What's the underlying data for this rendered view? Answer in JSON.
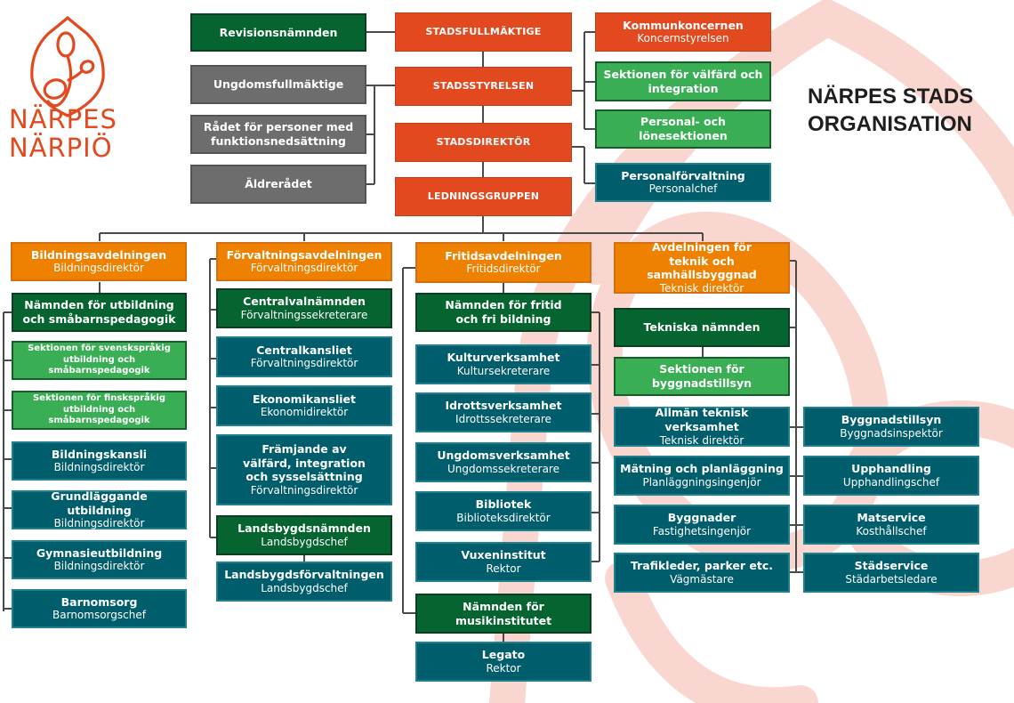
{
  "header": {
    "title_line1": "NÄRPES STADS",
    "title_line2": "ORGANISATION",
    "logo_line1": "NÄRPES",
    "logo_line2": "NÄRPIÖ"
  },
  "colors": {
    "council_red": "#e2491f",
    "board_dark_green": "#05642f",
    "section_light_green": "#3aae55",
    "advisory_grey": "#6d6d6d",
    "unit_teal": "#005d6c",
    "department_orange": "#ee8100",
    "connector": "#4a4a4a",
    "watermark": "#f9d6d0"
  },
  "top": {
    "revision": {
      "title": "Revisionsnämnden"
    },
    "youth": {
      "title": "Ungdomsfullmäktige"
    },
    "disability": {
      "title": "Rådet för personer med funktionsnedsättning"
    },
    "elderly": {
      "title": "Äldrerådet"
    },
    "council": {
      "title": "STADSFULLMÄKTIGE"
    },
    "board": {
      "title": "STADSSTYRELSEN"
    },
    "director": {
      "title": "STADSDIREKTÖR"
    },
    "management": {
      "title": "LEDNINGSGRUPPEN"
    },
    "group": {
      "title": "Kommunkoncernen",
      "sub": "Koncernstyrelsen"
    },
    "welfare": {
      "title": "Sektionen för välfärd och integration"
    },
    "personnel_section": {
      "title": "Personal- och lönesektionen"
    },
    "hr": {
      "title": "Personalförvaltning",
      "sub": "Personalchef"
    }
  },
  "departments": [
    {
      "title": "Bildningsavdelningen",
      "sub": "Bildningsdirektör",
      "items": [
        {
          "title": "Nämnden för utbildning och småbarnspedagogik",
          "type": "board"
        },
        {
          "title": "Sektionen för svenskspråkig utbildning och småbarnspedagogik",
          "type": "section"
        },
        {
          "title": "Sektionen för finskspråkig utbildning och småbarnspedagogik",
          "type": "section"
        },
        {
          "title": "Bildningskansli",
          "sub": "Bildningsdirektör",
          "type": "unit"
        },
        {
          "title": "Grundläggande utbildning",
          "sub": "Bildningsdirektör",
          "type": "unit"
        },
        {
          "title": "Gymnasieutbildning",
          "sub": "Bildningsdirektör",
          "type": "unit"
        },
        {
          "title": "Barnomsorg",
          "sub": "Barnomsorgschef",
          "type": "unit"
        }
      ]
    },
    {
      "title": "Förvaltningsavdelningen",
      "sub": "Förvaltningsdirektör",
      "items": [
        {
          "title": "Centralvalnämnden",
          "sub": "Förvaltningssekreterare",
          "type": "board"
        },
        {
          "title": "Centralkansliet",
          "sub": "Förvaltningsdirektör",
          "type": "unit"
        },
        {
          "title": "Ekonomikansliet",
          "sub": "Ekonomidirektör",
          "type": "unit"
        },
        {
          "title": "Främjande av välfärd, integration och sysselsättning",
          "sub": "Förvaltningsdirektör",
          "type": "unit"
        },
        {
          "title": "Landsbygdsnämnden",
          "sub": "Landsbygdschef",
          "type": "board"
        },
        {
          "title": "Landsbygdsförvaltningen",
          "sub": "Landsbygdschef",
          "type": "unit"
        }
      ]
    },
    {
      "title": "Fritidsavdelningen",
      "sub": "Fritidsdirektör",
      "items": [
        {
          "title": "Nämnden för fritid och fri bildning",
          "type": "board"
        },
        {
          "title": "Kulturverksamhet",
          "sub": "Kultursekreterare",
          "type": "unit"
        },
        {
          "title": "Idrottsverksamhet",
          "sub": "Idrottssekreterare",
          "type": "unit"
        },
        {
          "title": "Ungdomsverksamhet",
          "sub": "Ungdomssekreterare",
          "type": "unit"
        },
        {
          "title": "Bibliotek",
          "sub": "Biblioteksdirektör",
          "type": "unit"
        },
        {
          "title": "Vuxeninstitut",
          "sub": "Rektor",
          "type": "unit"
        },
        {
          "title": "Nämnden för musikinstitutet",
          "type": "board"
        },
        {
          "title": "Legato",
          "sub": "Rektor",
          "type": "unit"
        }
      ]
    },
    {
      "title": "Avdelningen för teknik och samhällsbyggnad",
      "sub": "Teknisk direktör",
      "items": [
        {
          "title": "Tekniska nämnden",
          "type": "board"
        },
        {
          "title": "Sektionen för byggnadstillsyn",
          "type": "section"
        },
        {
          "title": "Allmän teknisk verksamhet",
          "sub": "Teknisk direktör",
          "type": "unit"
        },
        {
          "title": "Mätning och planläggning",
          "sub": "Planläggningsingenjör",
          "type": "unit"
        },
        {
          "title": "Byggnader",
          "sub": "Fastighetsingenjör",
          "type": "unit"
        },
        {
          "title": "Trafikleder, parker etc.",
          "sub": "Vägmästare",
          "type": "unit"
        },
        {
          "title": "Byggnadstillsyn",
          "sub": "Byggnadsinspektör",
          "type": "unit"
        },
        {
          "title": "Upphandling",
          "sub": "Upphandlingschef",
          "type": "unit"
        },
        {
          "title": "Matservice",
          "sub": "Kosthållschef",
          "type": "unit"
        },
        {
          "title": "Städservice",
          "sub": "Städarbetsledare",
          "type": "unit"
        }
      ]
    }
  ]
}
